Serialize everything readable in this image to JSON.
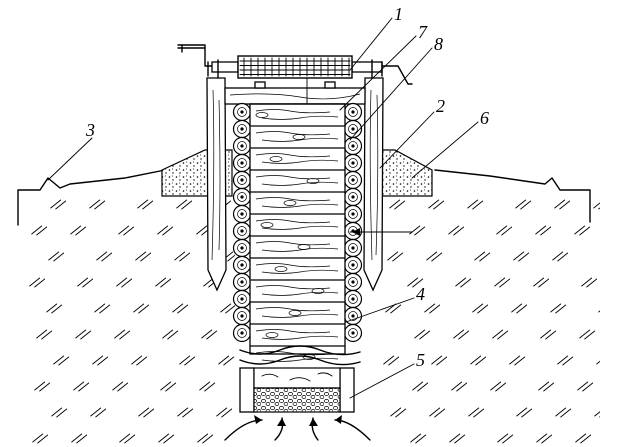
{
  "figure": {
    "callouts": [
      {
        "id": "c1",
        "label": "1"
      },
      {
        "id": "c7",
        "label": "7"
      },
      {
        "id": "c8",
        "label": "8"
      },
      {
        "id": "c2",
        "label": "2"
      },
      {
        "id": "c6",
        "label": "6"
      },
      {
        "id": "c3",
        "label": "3"
      },
      {
        "id": "c4",
        "label": "4"
      },
      {
        "id": "c5",
        "label": "5"
      }
    ],
    "colors": {
      "ink": "#000000",
      "paper": "#ffffff"
    }
  }
}
